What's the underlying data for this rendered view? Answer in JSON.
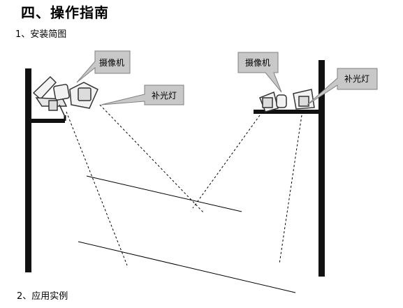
{
  "heading": "四、操作指南",
  "section1": "1、安装简图",
  "section2": "2、应用实例",
  "callouts": {
    "left_camera": "摄像机",
    "left_light": "补光灯",
    "right_camera": "摄像机",
    "right_light": "补光灯"
  },
  "colors": {
    "callout_fill": "#c8c8c8",
    "callout_stroke": "#7f7f7f",
    "pole": "#111111",
    "line": "#000000"
  }
}
